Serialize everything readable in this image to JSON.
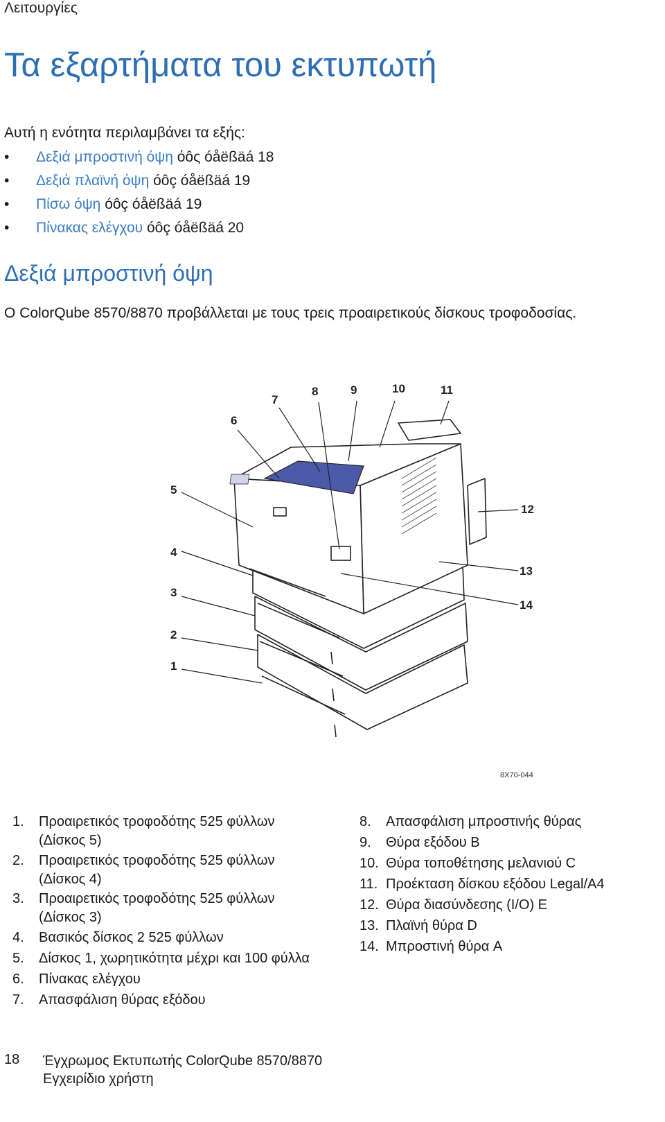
{
  "header": {
    "section": "Λειτουργίες"
  },
  "title": "Τα εξαρτήματα του εκτυπωτή",
  "intro": "Αυτή η ενότητα περιλαμβάνει τα εξής:",
  "toc": [
    {
      "bullet": "•",
      "link": "Δεξιά μπροστινή όψη",
      "ref": " όôς óåëßäá 18"
    },
    {
      "bullet": "•",
      "link": "Δεξιά πλαϊνή όψη",
      "ref": " óôç óåëßäá 19"
    },
    {
      "bullet": "•",
      "link": "Πίσω όψη",
      "ref": " óôç óåëßäá 19"
    },
    {
      "bullet": "•",
      "link": "Πίνακας ελέγχου",
      "ref": " óôç óåëßäá 20"
    }
  ],
  "subsection": {
    "title": "Δεξιά μπροστινή όψη",
    "description": "O ColorQube 8570/8870 προβάλλεται με τους τρεις προαιρετικούς δίσκους τροφοδοσίας."
  },
  "figure": {
    "id": "8X70-044",
    "callouts": [
      "1",
      "2",
      "3",
      "4",
      "5",
      "6",
      "7",
      "8",
      "9",
      "10",
      "11",
      "12",
      "13",
      "14"
    ]
  },
  "legend_left": [
    {
      "num": "1.",
      "text": "Προαιρετικός τροφοδότης 525 φύλλων",
      "text2": "(Δίσκος 5)"
    },
    {
      "num": "2.",
      "text": "Προαιρετικός τροφοδότης 525 φύλλων",
      "text2": "(Δίσκος 4)"
    },
    {
      "num": "3.",
      "text": "Προαιρετικός τροφοδότης 525 φύλλων",
      "text2": "(Δίσκος 3)"
    },
    {
      "num": "4.",
      "text": "Βασικός δίσκος 2 525 φύλλων"
    },
    {
      "num": "5.",
      "text": "Δίσκος 1, χωρητικότητα μέχρι και 100 φύλλα"
    },
    {
      "num": "6.",
      "text": "Πίνακας ελέγχου"
    },
    {
      "num": "7.",
      "text": "Απασφάλιση θύρας εξόδου"
    }
  ],
  "legend_right": [
    {
      "num": "8.",
      "text": "Απασφάλιση μπροστινής θύρας"
    },
    {
      "num": "9.",
      "text": "Θύρα εξόδου B"
    },
    {
      "num": "10.",
      "text": "Θύρα τοποθέτησης μελανιού C"
    },
    {
      "num": "11.",
      "text": "Προέκταση δίσκου εξόδου Legal/A4"
    },
    {
      "num": "12.",
      "text": "Θύρα διασύνδεσης (I/O) E"
    },
    {
      "num": "13.",
      "text": "Πλαϊνή θύρα D"
    },
    {
      "num": "14.",
      "text": "Μπροστινή θύρα A"
    }
  ],
  "footer": {
    "page": "18",
    "line1": "Έγχρωμος Εκτυπωτής ColorQube 8570/8870",
    "line2": "Εγχειρίδιο χρήστη"
  },
  "colors": {
    "heading": "#2e6fb3",
    "link": "#3b7cc4",
    "panel": "#4b5aa8"
  }
}
